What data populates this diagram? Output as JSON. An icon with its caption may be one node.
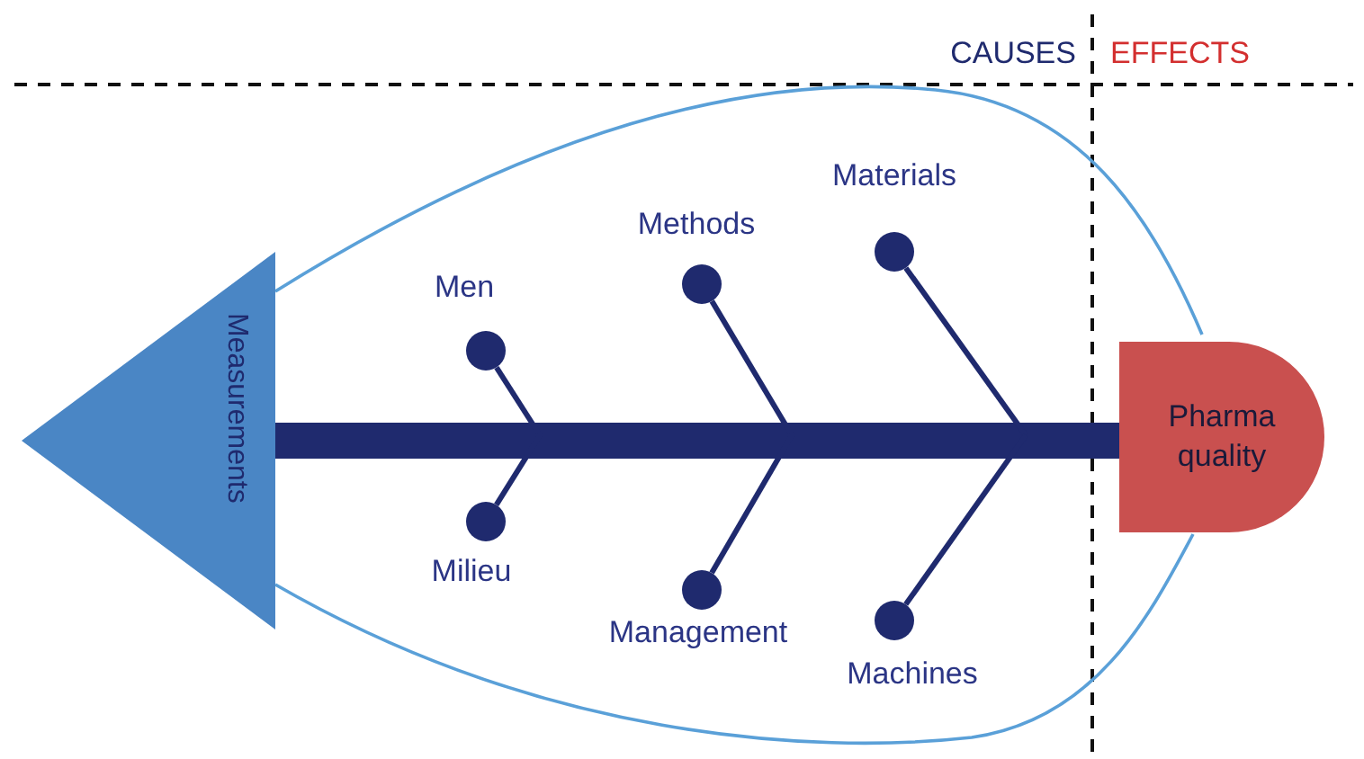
{
  "diagram": {
    "nodes": [
      {
        "text": [
          "Measurements"
        ]
      },
      {
        "text": [
          "Pharma quality"
        ]
      },
      {
        "text": [
          "Men"
        ]
      },
      {
        "text": [
          "Milieu"
        ]
      },
      {
        "text": [
          "Methods"
        ]
      },
      {
        "text": [
          "Management"
        ]
      },
      {
        "text": [
          "Materials"
        ]
      },
      {
        "text": [
          "Machines"
        ]
      }
    ],
    "edges": [
      {
        "from": 0,
        "to": 1,
        "arrow": "none",
        "style": "thick"
      },
      {
        "from": 2,
        "to": null,
        "arrow": "none"
      },
      {
        "from": 3,
        "to": null,
        "arrow": "none"
      },
      {
        "from": 4,
        "to": null,
        "arrow": "none"
      },
      {
        "from": 5,
        "to": null,
        "arrow": "none"
      },
      {
        "from": 6,
        "to": null,
        "arrow": "none"
      },
      {
        "from": 7,
        "to": null,
        "arrow": "none"
      }
    ],
    "labels": [
      "CAUSES",
      "EFFECTS"
    ]
  }
}
